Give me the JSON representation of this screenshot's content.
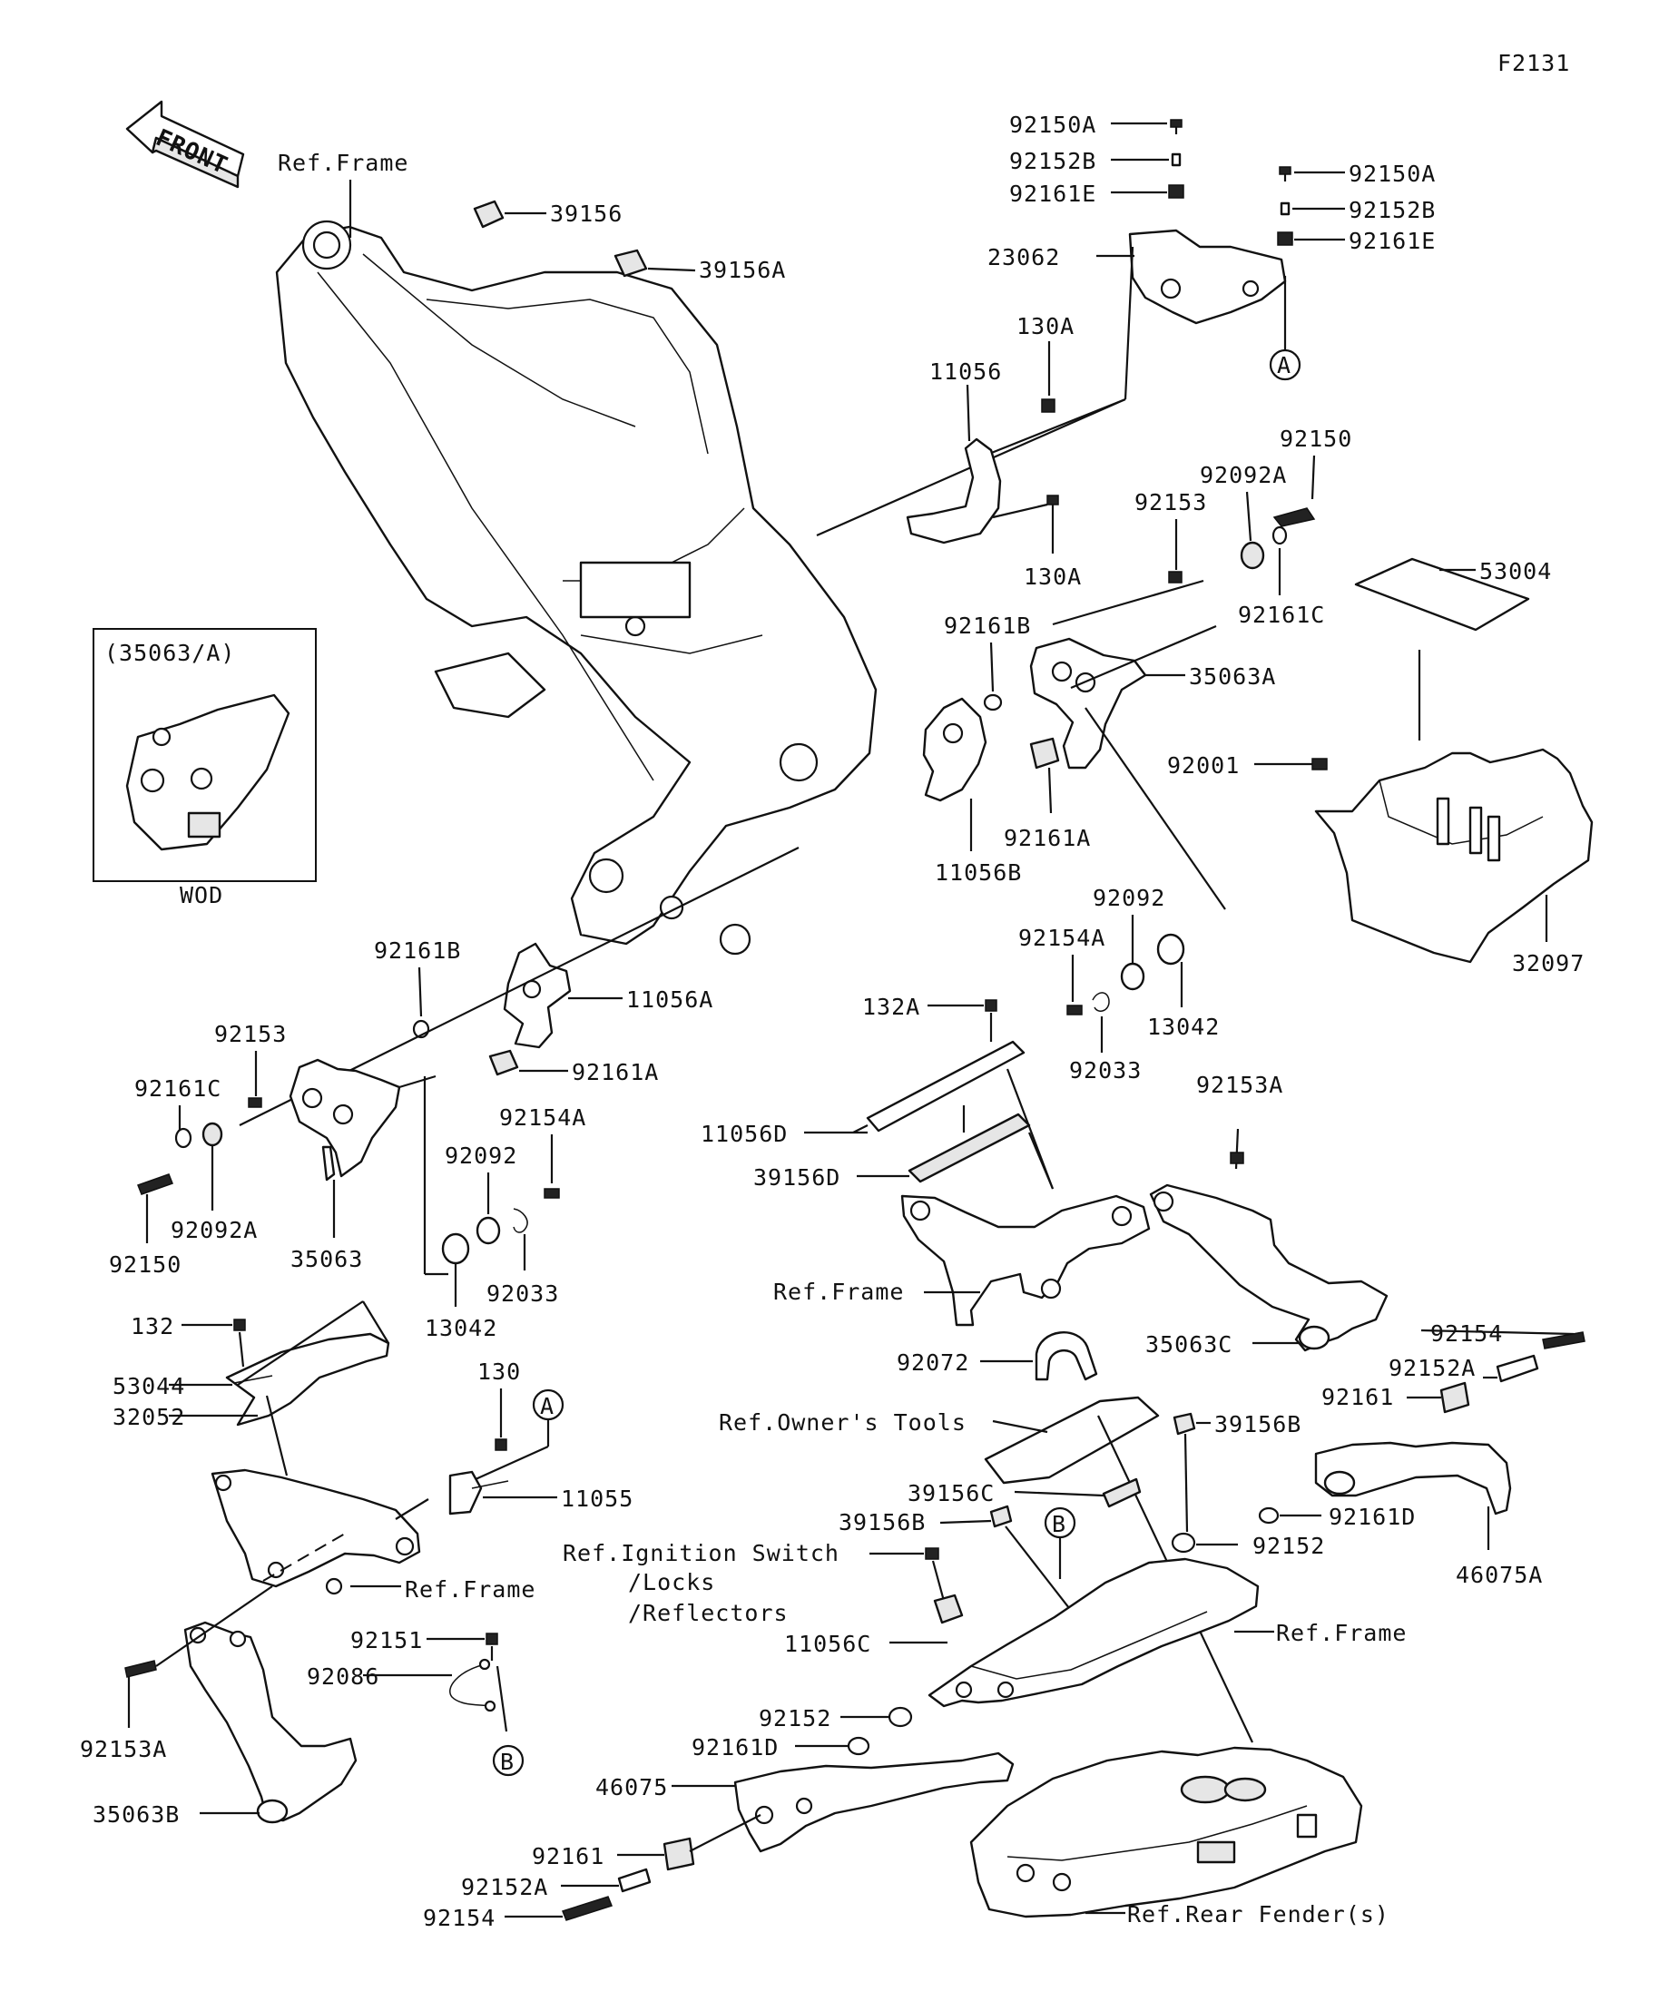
{
  "figure_code": "F2131",
  "front_label": "FRONT",
  "inset": {
    "title": "(35063/A)",
    "caption": "WOD"
  },
  "callouts": {
    "A_top": "A",
    "A_mid": "A",
    "B_mid": "B",
    "B_low": "B"
  },
  "labels": {
    "ref_frame_top": "Ref.Frame",
    "p39156": "39156",
    "p39156A": "39156A",
    "p92150A_1": "92150A",
    "p92152B_1": "92152B",
    "p92161E_1": "92161E",
    "p92150A_2": "92150A",
    "p92152B_2": "92152B",
    "p92161E_2": "92161E",
    "p23062": "23062",
    "p130A_1": "130A",
    "p11056": "11056",
    "p130A_2": "130A",
    "p92150_r": "92150",
    "p92092A_r": "92092A",
    "p92153_r": "92153",
    "p53004": "53004",
    "p92161C_r": "92161C",
    "p92161B_r": "92161B",
    "p35063A": "35063A",
    "p92001": "92001",
    "p92161A_r": "92161A",
    "p11056B": "11056B",
    "p92092_r": "92092",
    "p92154A_r": "92154A",
    "p32097": "32097",
    "p13042_r": "13042",
    "p92033_r": "92033",
    "p92161B_l": "92161B",
    "p11056A": "11056A",
    "p92153_l": "92153",
    "p92161A_l": "92161A",
    "p92161C_l": "92161C",
    "p92154A_l": "92154A",
    "p92092_l": "92092",
    "p92092A_l": "92092A",
    "p92150_l": "92150",
    "p35063": "35063",
    "p92033_l": "92033",
    "p13042_l": "13042",
    "p132A": "132A",
    "p11056D": "11056D",
    "p39156D": "39156D",
    "p92153A_r": "92153A",
    "ref_frame_mid": "Ref.Frame",
    "p35063C": "35063C",
    "p132": "132",
    "p53044": "53044",
    "p32052": "32052",
    "p130": "130",
    "p11055": "11055",
    "ref_frame_left": "Ref.Frame",
    "p92072": "92072",
    "p92154_r": "92154",
    "p92152A_r": "92152A",
    "p92161_r": "92161",
    "ref_owners_tools": "Ref.Owner's Tools",
    "p39156B_1": "39156B",
    "p39156C": "39156C",
    "p92161D_r": "92161D",
    "p39156B_2": "39156B",
    "p92152_r": "92152",
    "ref_ignition": "Ref.Ignition Switch",
    "ref_locks": "/Locks",
    "ref_reflectors": "/Reflectors",
    "p46075A": "46075A",
    "p11056C": "11056C",
    "ref_frame_low": "Ref.Frame",
    "p92151": "92151",
    "p92086": "92086",
    "p92153A_l": "92153A",
    "p92152_l": "92152",
    "p92161D_l": "92161D",
    "p46075": "46075",
    "p35063B": "35063B",
    "p92161_l": "92161",
    "p92152A_l": "92152A",
    "p92154_l": "92154",
    "ref_rear_fender": "Ref.Rear Fender(s)"
  }
}
